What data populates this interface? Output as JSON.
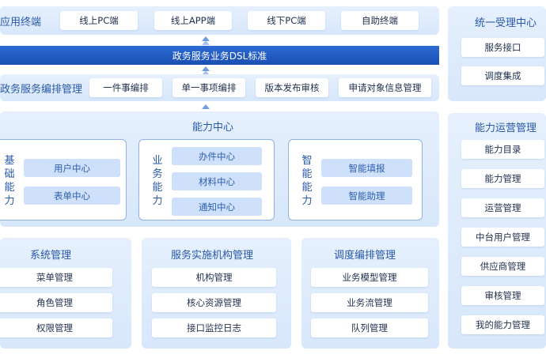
{
  "terminals": {
    "title": "应用终端",
    "items": [
      "线上PC端",
      "线上APP端",
      "线下PC端",
      "自助终端"
    ]
  },
  "dsl_bar": {
    "label": "政务服务业务DSL标准"
  },
  "orchestration": {
    "title": "政务服务编排管理",
    "items": [
      "一件事编排",
      "单一事项编排",
      "版本发布审核",
      "申请对象信息管理"
    ]
  },
  "capability_center": {
    "title": "能力中心",
    "groups": [
      {
        "label": [
          "基",
          "础",
          "能",
          "力"
        ],
        "items": [
          "用户中心",
          "表单中心"
        ]
      },
      {
        "label": [
          "业",
          "务",
          "能",
          "力"
        ],
        "items": [
          "办件中心",
          "材料中心",
          "通知中心"
        ]
      },
      {
        "label": [
          "智",
          "能",
          "能",
          "力"
        ],
        "items": [
          "智能填报",
          "智能助理"
        ]
      }
    ]
  },
  "system_mgmt": {
    "title": "系统管理",
    "items": [
      "菜单管理",
      "角色管理",
      "权限管理"
    ]
  },
  "service_org_mgmt": {
    "title": "服务实施机构管理",
    "items": [
      "机构管理",
      "核心资源管理",
      "接口监控日志"
    ]
  },
  "schedule_mgmt": {
    "title": "调度编排管理",
    "items": [
      "业务模型管理",
      "业务流管理",
      "队列管理"
    ]
  },
  "acceptance_center": {
    "title": "统一受理中心",
    "items": [
      "服务接口",
      "调度集成"
    ]
  },
  "ops_mgmt": {
    "title": "能力运营管理",
    "items": [
      "能力目录",
      "能力管理",
      "运营管理",
      "中台用户管理",
      "供应商管理",
      "审核管理",
      "我的能力管理"
    ]
  }
}
